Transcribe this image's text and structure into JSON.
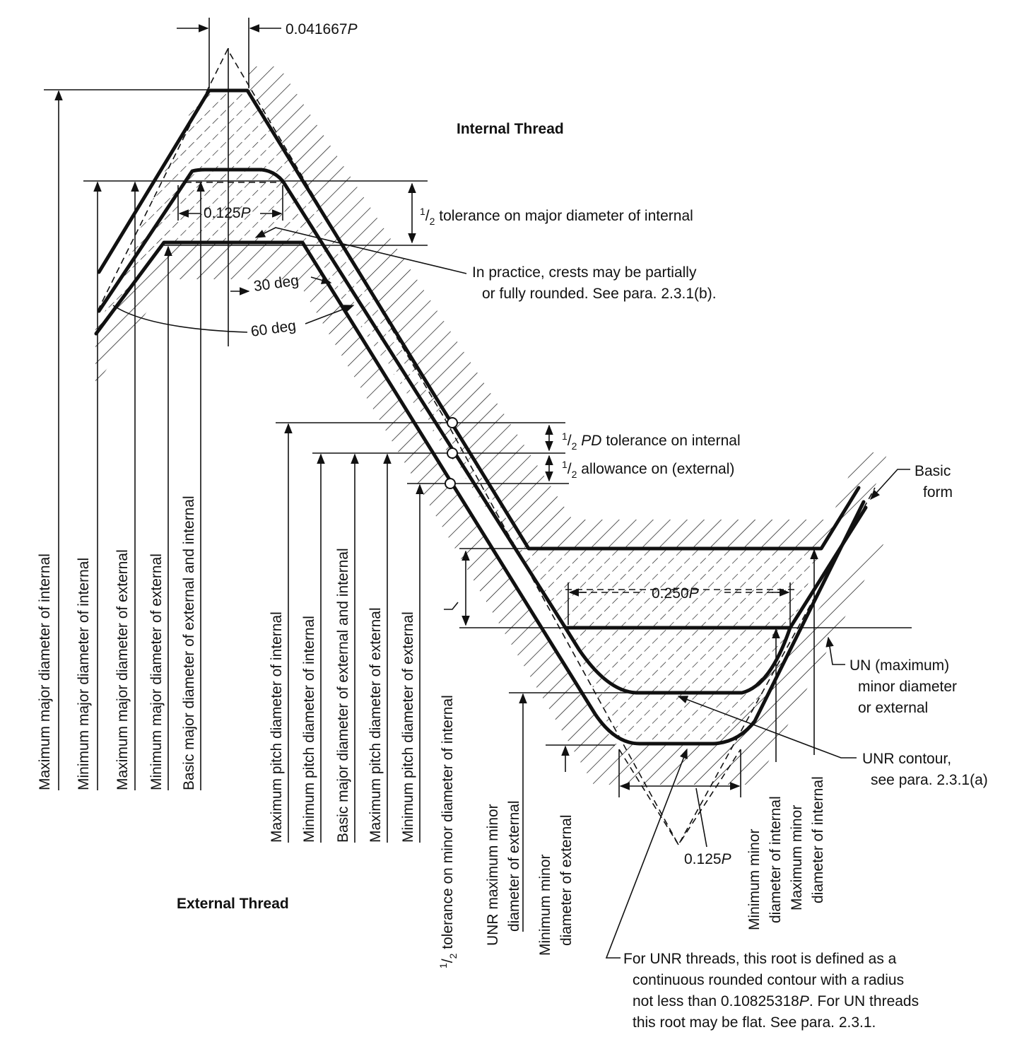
{
  "title_internal": "Internal Thread",
  "title_external": "External Thread",
  "dims": {
    "flat_top": "0.041667",
    "crest_width": "0.125",
    "root_width": "0.250",
    "unr_root_width": "0.125",
    "p_symbol": "P",
    "angle30": "30 deg",
    "angle60": "60 deg"
  },
  "notes": {
    "half": "1/2",
    "half_sup": "1",
    "half_sub": "2",
    "tol_major_internal": "tolerance on major diameter of internal",
    "pd": "PD",
    "pd_tol_internal": "tolerance on internal",
    "allowance": "allowance on (external)",
    "crests_1": "In practice, crests may be partially",
    "crests_2": "or fully rounded. See para. 2.3.1(b).",
    "basic_form_1": "Basic",
    "basic_form_2": "form",
    "un_minor_1": "UN (maximum)",
    "un_minor_2": "minor diameter",
    "un_minor_3": "or external",
    "unr_contour_1": "UNR contour,",
    "unr_contour_2": "see para. 2.3.1(a)",
    "unr_root_1": "For UNR threads, this root is defined as a",
    "unr_root_2": "continuous rounded contour with a radius",
    "unr_root_3": "not less than 0.10825318",
    "unr_root_3b": ". For UN threads",
    "unr_root_4": "this root may be flat. See para. 2.3.1."
  },
  "vertical_labels": {
    "max_major_internal": "Maximum major diameter of internal",
    "min_major_internal": "Minimum major diameter of internal",
    "max_major_external": "Maximum major diameter of external",
    "min_major_external": "Minimum major diameter of external",
    "basic_major": "Basic major diameter of external  and internal",
    "max_pitch_internal": "Maximum pitch diameter of internal",
    "min_pitch_internal": "Minimum pitch diameter of internal",
    "basic_major_2": "Basic major diameter of external  and internal",
    "max_pitch_external": "Maximum pitch diameter of external",
    "min_pitch_external": "Minimum pitch diameter of external",
    "tol_minor_internal": "tolerance on minor diameter of internal",
    "unr_max_minor_1": "UNR maximum minor",
    "unr_max_minor_2": "diameter of external",
    "min_minor_ext_1": "Minimum minor",
    "min_minor_ext_2": "diameter of external",
    "min_minor_int_1": "Minimum minor",
    "min_minor_int_2": "diameter of internal",
    "max_minor_int_1": "Maximum minor",
    "max_minor_int_2": "diameter of internal"
  }
}
